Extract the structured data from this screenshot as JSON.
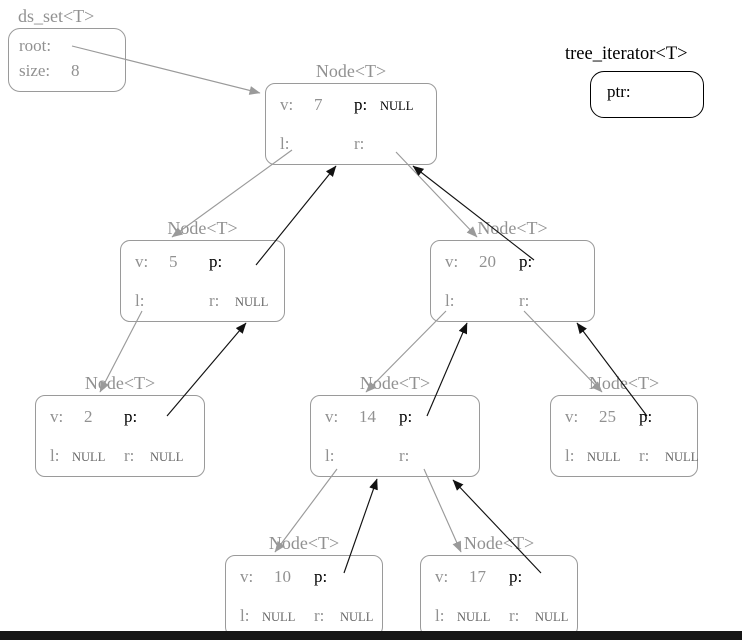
{
  "diagram": {
    "ds_set": {
      "title": "ds_set<T>",
      "root_label": "root:",
      "size_label": "size:",
      "size_value": "8"
    },
    "iterator": {
      "title": "tree_iterator<T>",
      "ptr_label": "ptr:"
    },
    "node_title": "Node<T>",
    "labels": {
      "v": "v:",
      "p": "p:",
      "l": "l:",
      "r": "r:",
      "null": "NULL"
    },
    "nodes": [
      {
        "name": "node-7",
        "v": "7",
        "p": "NULL",
        "l": "",
        "r": ""
      },
      {
        "name": "node-5",
        "v": "5",
        "p": "",
        "l": "",
        "r": "NULL"
      },
      {
        "name": "node-20",
        "v": "20",
        "p": "",
        "l": "",
        "r": ""
      },
      {
        "name": "node-2",
        "v": "2",
        "p": "",
        "l": "NULL",
        "r": "NULL"
      },
      {
        "name": "node-14",
        "v": "14",
        "p": "",
        "l": "",
        "r": ""
      },
      {
        "name": "node-25",
        "v": "25",
        "p": "",
        "l": "NULL",
        "r": "NULL"
      },
      {
        "name": "node-10",
        "v": "10",
        "p": "",
        "l": "NULL",
        "r": "NULL"
      },
      {
        "name": "node-17",
        "v": "17",
        "p": "",
        "l": "NULL",
        "r": "NULL"
      }
    ],
    "edges": [
      {
        "from": "ds_set.root",
        "to": "node-7",
        "color": "gray"
      },
      {
        "from": "node-7.l",
        "to": "node-5",
        "color": "gray"
      },
      {
        "from": "node-7.r",
        "to": "node-20",
        "color": "gray"
      },
      {
        "from": "node-5.p",
        "to": "node-7",
        "color": "black"
      },
      {
        "from": "node-20.p",
        "to": "node-7",
        "color": "black"
      },
      {
        "from": "node-5.l",
        "to": "node-2",
        "color": "gray"
      },
      {
        "from": "node-2.p",
        "to": "node-5",
        "color": "black"
      },
      {
        "from": "node-20.l",
        "to": "node-14",
        "color": "gray"
      },
      {
        "from": "node-20.r",
        "to": "node-25",
        "color": "gray"
      },
      {
        "from": "node-14.p",
        "to": "node-20",
        "color": "black"
      },
      {
        "from": "node-25.p",
        "to": "node-20",
        "color": "black"
      },
      {
        "from": "node-14.l",
        "to": "node-10",
        "color": "gray"
      },
      {
        "from": "node-14.r",
        "to": "node-17",
        "color": "gray"
      },
      {
        "from": "node-10.p",
        "to": "node-14",
        "color": "black"
      },
      {
        "from": "node-17.p",
        "to": "node-14",
        "color": "black"
      }
    ],
    "colors": {
      "gray": "#9a9a9a",
      "black": "#000000"
    }
  }
}
